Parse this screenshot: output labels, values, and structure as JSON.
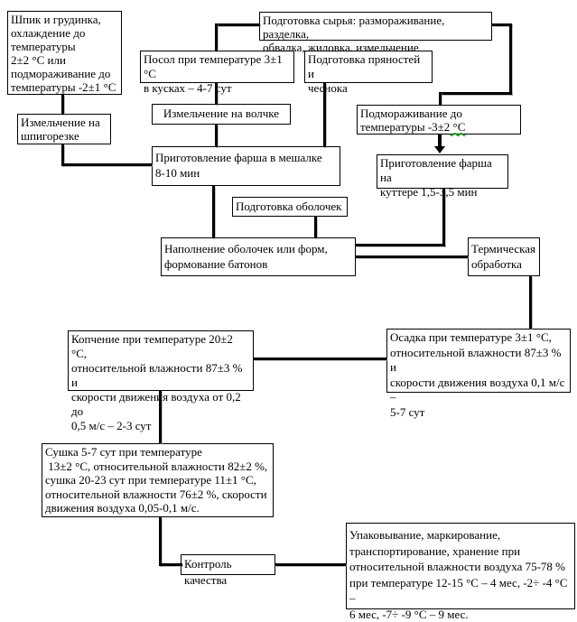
{
  "diagram": {
    "kind": "flowchart",
    "language": "ru",
    "subject": "Технологическая схема производства колбасы (подготовка сырья, посол, копчение, сушка, упаковка)"
  },
  "colors": {
    "background": "#ffffff",
    "line": "#000000",
    "text": "#000000",
    "box_border": "#000000",
    "spellcheck_underline": "#00a000"
  },
  "boxes": {
    "shpik": {
      "text": "Шпик и грудинка,\nохлаждение до\nтемпературы\n2±2 °С или\nподмораживание до\nтемпературы -2±1 °С"
    },
    "syrye": {
      "text": "Подготовка сырья: размораживание, разделка,\nобвалка, жиловка, измельчение"
    },
    "posol": {
      "text": "Посол при температуре 3±1 °С\nв кусках – 4-7 сут"
    },
    "pryanosti": {
      "text": "Подготовка пряностей и\nчеснока"
    },
    "shpigorezka": {
      "text": "Измельчение на\nшпигорезке"
    },
    "volchok": {
      "text": "Измельчение на волчке"
    },
    "podmorazhivanie": {
      "line1": "Подмораживание до",
      "line2_pre": "температуры -3±2",
      "line2_spell": " °С"
    },
    "meshalka": {
      "text": "Приготовление фарша в мешалке\n8-10 мин"
    },
    "kutter": {
      "text": "Приготовление фарша на\nкуттере 1,5-3,5 мин"
    },
    "obolochki": {
      "text": "Подготовка оболочек"
    },
    "napolnenie": {
      "text": "Наполнение оболочек или форм,\nформование батонов"
    },
    "termicheskaya": {
      "text": "Термическая\nобработка"
    },
    "kopchenie": {
      "text": "Копчение при температуре 20±2 °С,\nотносительной влажности 87±3 % и\nскорости движения воздуха от 0,2 до\n0,5 м/с – 2-3 сут"
    },
    "osadka": {
      "text": "Осадка при температуре 3±1 °С,\nотносительной влажности 87±3 % и\nскорости движения воздуха 0,1 м/с –\n5-7 сут"
    },
    "sushka": {
      "text": "Сушка 5-7 сут при температуре\n 13±2 °С, относительной влажности 82±2 %,\nсушка 20-23 сут при температуре 11±1 °С,\nотносительной влажности 76±2 %, скорости\nдвижения воздуха 0,05-0,1 м/с."
    },
    "kontrol": {
      "text": "Контроль качества"
    },
    "upakovka": {
      "text": "Упаковывание, маркирование,\nтранспортирование, хранение при\nотносительной влажности воздуха 75-78 %\nпри температуре 12-15 °С – 4 мес, -2÷ -4 °С –\n6 мес, -7÷ -9 °С – 9 мес."
    }
  }
}
